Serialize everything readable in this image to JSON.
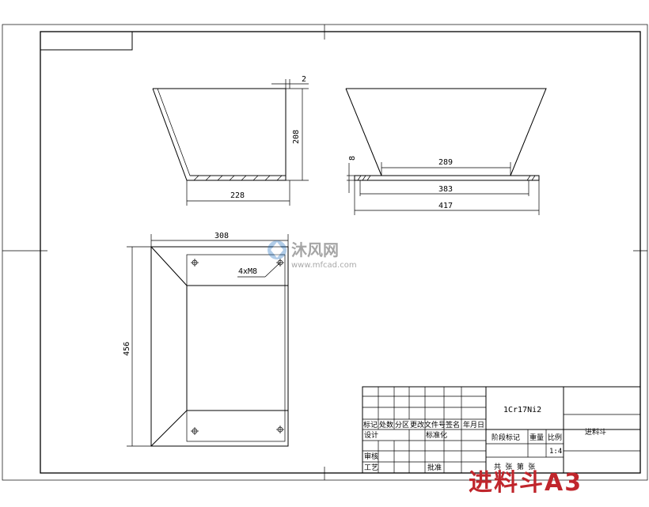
{
  "dimensions": {
    "side_thickness": "2",
    "side_height": "208",
    "side_bottom": "228",
    "front_offset": "8",
    "front_inner": "289",
    "front_mid": "383",
    "front_outer": "417",
    "plan_width": "308",
    "plan_height": "456",
    "holes": "4xM8"
  },
  "title_block": {
    "material": "1Cr17Ni2",
    "part_name": "进料斗",
    "headers": [
      "标记",
      "处数",
      "分区",
      "更改文件号",
      "签名",
      "年月日"
    ],
    "design": "设计",
    "standardize": "标准化",
    "review": "审核",
    "process": "工艺",
    "approve": "批准",
    "stage_mark": "阶段标记",
    "weight": "重量",
    "scale_label": "比例",
    "scale_value": "1:4",
    "sheets": "共 张 第 张"
  },
  "watermark": {
    "brand": "沐风网",
    "url": "www.mfcad.com"
  },
  "caption": "进料斗A3"
}
